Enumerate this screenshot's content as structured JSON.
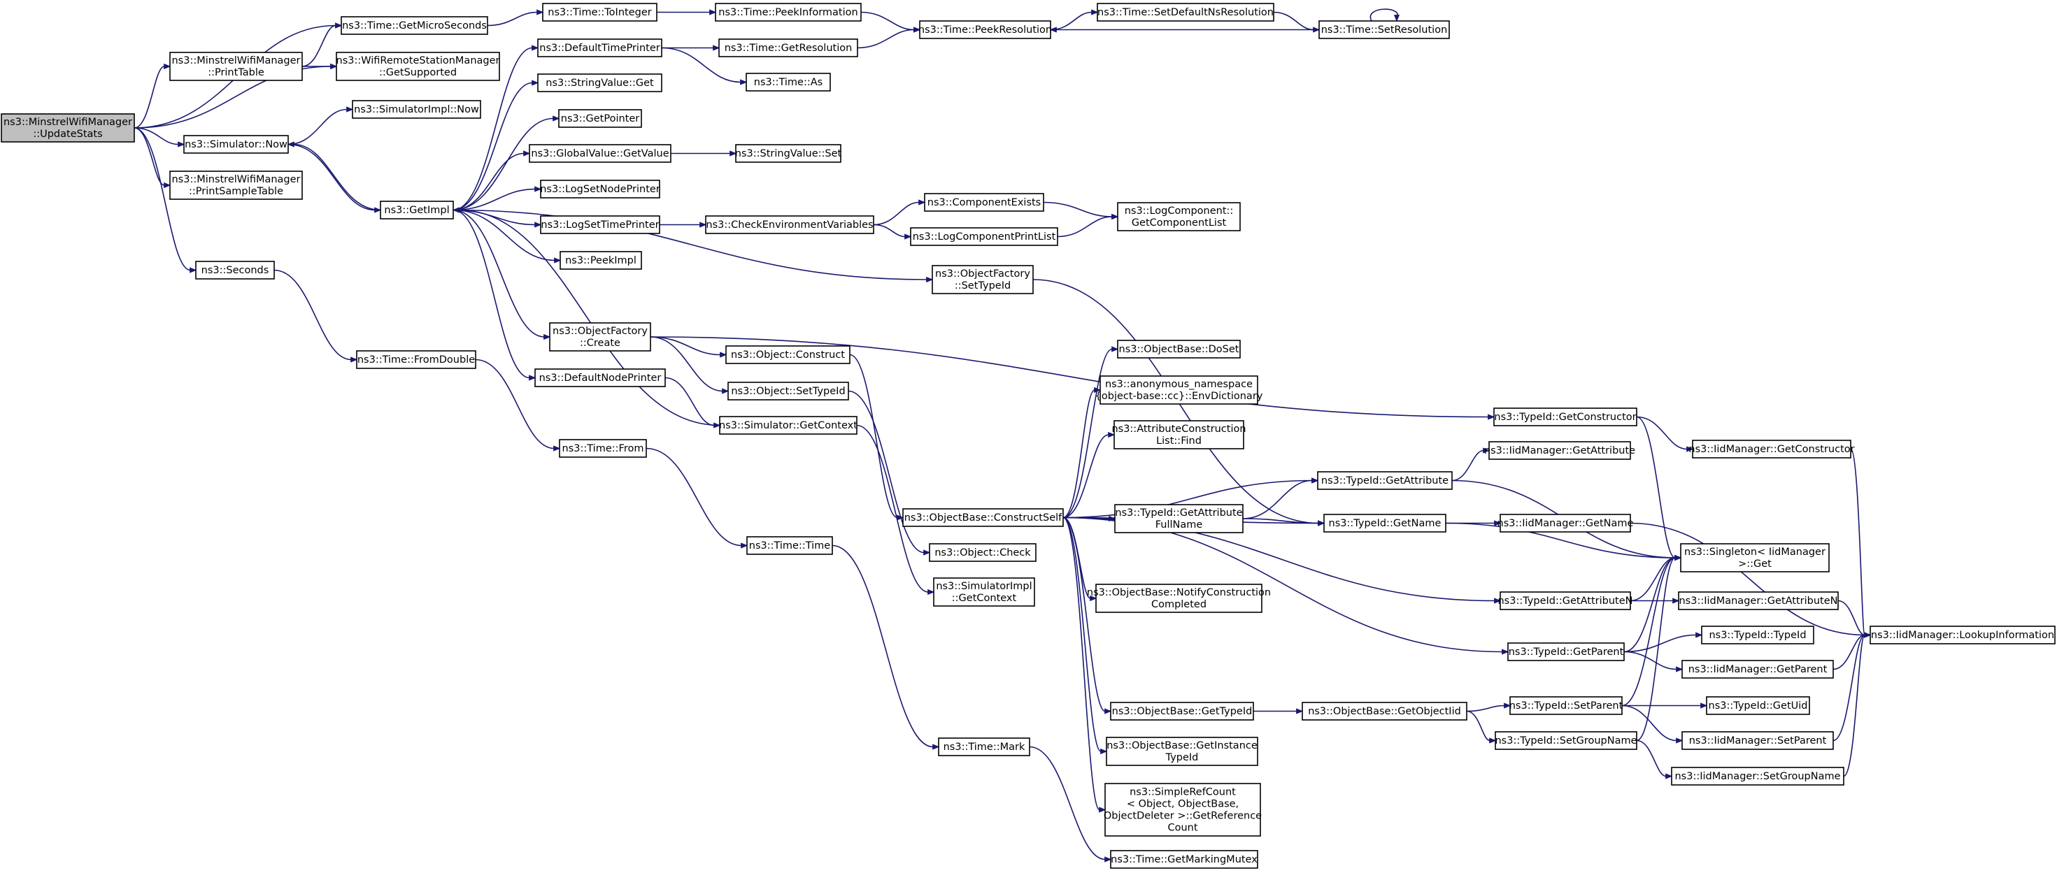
{
  "nodes": [
    {
      "id": "root",
      "lines": [
        "ns3::MinstrelWifiManager",
        "::UpdateStats"
      ],
      "root": true
    },
    {
      "id": "getmicro",
      "lines": [
        "ns3::Time::GetMicroSeconds"
      ]
    },
    {
      "id": "printtable",
      "lines": [
        "ns3::MinstrelWifiManager",
        "::PrintTable"
      ]
    },
    {
      "id": "getsupported",
      "lines": [
        "ns3::WifiRemoteStationManager",
        "::GetSupported"
      ]
    },
    {
      "id": "simnow",
      "lines": [
        "ns3::Simulator::Now"
      ]
    },
    {
      "id": "simimplnow",
      "lines": [
        "ns3::SimulatorImpl::Now"
      ]
    },
    {
      "id": "printsample",
      "lines": [
        "ns3::MinstrelWifiManager",
        "::PrintSampleTable"
      ]
    },
    {
      "id": "seconds",
      "lines": [
        "ns3::Seconds"
      ]
    },
    {
      "id": "getimpl",
      "lines": [
        "ns3::GetImpl"
      ]
    },
    {
      "id": "tointeger",
      "lines": [
        "ns3::Time::ToInteger"
      ]
    },
    {
      "id": "peekinfo",
      "lines": [
        "ns3::Time::PeekInformation"
      ]
    },
    {
      "id": "peekres",
      "lines": [
        "ns3::Time::PeekResolution"
      ]
    },
    {
      "id": "setdefns",
      "lines": [
        "ns3::Time::SetDefaultNsResolution"
      ]
    },
    {
      "id": "setres",
      "lines": [
        "ns3::Time::SetResolution"
      ]
    },
    {
      "id": "deftimeprinter",
      "lines": [
        "ns3::DefaultTimePrinter"
      ]
    },
    {
      "id": "getresolution",
      "lines": [
        "ns3::Time::GetResolution"
      ]
    },
    {
      "id": "timeas",
      "lines": [
        "ns3::Time::As"
      ]
    },
    {
      "id": "strvalget",
      "lines": [
        "ns3::StringValue::Get"
      ]
    },
    {
      "id": "getpointer",
      "lines": [
        "ns3::GetPointer"
      ]
    },
    {
      "id": "gvgetvalue",
      "lines": [
        "ns3::GlobalValue::GetValue"
      ]
    },
    {
      "id": "strvalset",
      "lines": [
        "ns3::StringValue::Set"
      ]
    },
    {
      "id": "lognodeprinter",
      "lines": [
        "ns3::LogSetNodePrinter"
      ]
    },
    {
      "id": "logtimeprinter",
      "lines": [
        "ns3::LogSetTimePrinter"
      ]
    },
    {
      "id": "checkenv",
      "lines": [
        "ns3::CheckEnvironmentVariables"
      ]
    },
    {
      "id": "compexists",
      "lines": [
        "ns3::ComponentExists"
      ]
    },
    {
      "id": "logcompprint",
      "lines": [
        "ns3::LogComponentPrintList"
      ]
    },
    {
      "id": "getcomplist",
      "lines": [
        "ns3::LogComponent::",
        "GetComponentList"
      ]
    },
    {
      "id": "peekimpl",
      "lines": [
        "ns3::PeekImpl"
      ]
    },
    {
      "id": "ofsettypeid",
      "lines": [
        "ns3::ObjectFactory",
        "::SetTypeId"
      ]
    },
    {
      "id": "ofcreate",
      "lines": [
        "ns3::ObjectFactory",
        "::Create"
      ]
    },
    {
      "id": "objconstruct",
      "lines": [
        "ns3::Object::Construct"
      ]
    },
    {
      "id": "defnodeprinter",
      "lines": [
        "ns3::DefaultNodePrinter"
      ]
    },
    {
      "id": "objsettypeid",
      "lines": [
        "ns3::Object::SetTypeId"
      ]
    },
    {
      "id": "simgetctx",
      "lines": [
        "ns3::Simulator::GetContext"
      ]
    },
    {
      "id": "fromdouble",
      "lines": [
        "ns3::Time::FromDouble"
      ]
    },
    {
      "id": "timefrom",
      "lines": [
        "ns3::Time::From"
      ]
    },
    {
      "id": "timetime",
      "lines": [
        "ns3::Time::Time"
      ]
    },
    {
      "id": "timemark",
      "lines": [
        "ns3::Time::Mark"
      ]
    },
    {
      "id": "getmarkingmutex",
      "lines": [
        "ns3::Time::GetMarkingMutex"
      ]
    },
    {
      "id": "obcs",
      "lines": [
        "ns3::ObjectBase::ConstructSelf"
      ]
    },
    {
      "id": "objcheck",
      "lines": [
        "ns3::Object::Check"
      ]
    },
    {
      "id": "simimplgetctx",
      "lines": [
        "ns3::SimulatorImpl",
        "::GetContext"
      ]
    },
    {
      "id": "obdoset",
      "lines": [
        "ns3::ObjectBase::DoSet"
      ]
    },
    {
      "id": "envdict",
      "lines": [
        "ns3::anonymous_namespace",
        "{object-base::cc}::EnvDictionary"
      ]
    },
    {
      "id": "attrfind",
      "lines": [
        "ns3::AttributeConstruction",
        "List::Find"
      ]
    },
    {
      "id": "getattrfull",
      "lines": [
        "ns3::TypeId::GetAttribute",
        "FullName"
      ]
    },
    {
      "id": "notifyconst",
      "lines": [
        "ns3::ObjectBase::NotifyConstruction",
        "Completed"
      ]
    },
    {
      "id": "obgettypeid",
      "lines": [
        "ns3::ObjectBase::GetTypeId"
      ]
    },
    {
      "id": "obgetinst",
      "lines": [
        "ns3::ObjectBase::GetInstance",
        "TypeId"
      ]
    },
    {
      "id": "simplerefcount",
      "lines": [
        "ns3::SimpleRefCount",
        "< Object, ObjectBase,",
        "ObjectDeleter >::GetReference",
        "Count"
      ]
    },
    {
      "id": "tidgetctor",
      "lines": [
        "ns3::TypeId::GetConstructor"
      ]
    },
    {
      "id": "tidgetattr",
      "lines": [
        "ns3::TypeId::GetAttribute"
      ]
    },
    {
      "id": "tidgetname",
      "lines": [
        "ns3::TypeId::GetName"
      ]
    },
    {
      "id": "tidgetattrn",
      "lines": [
        "ns3::TypeId::GetAttributeN"
      ]
    },
    {
      "id": "tidgetparent",
      "lines": [
        "ns3::TypeId::GetParent"
      ]
    },
    {
      "id": "obgetobjtid",
      "lines": [
        "ns3::ObjectBase::GetObjectIid"
      ]
    },
    {
      "id": "tidsetparent",
      "lines": [
        "ns3::TypeId::SetParent"
      ]
    },
    {
      "id": "tidsetgroup",
      "lines": [
        "ns3::TypeId::SetGroupName"
      ]
    },
    {
      "id": "iidgetctor",
      "lines": [
        "ns3::IidManager::GetConstructor"
      ]
    },
    {
      "id": "iidgetattr",
      "lines": [
        "ns3::IidManager::GetAttribute"
      ]
    },
    {
      "id": "iidgetname",
      "lines": [
        "ns3::IidManager::GetName"
      ]
    },
    {
      "id": "singleton",
      "lines": [
        "ns3::Singleton< IidManager",
        ">::Get"
      ]
    },
    {
      "id": "iidgetattrn",
      "lines": [
        "ns3::IidManager::GetAttributeN"
      ]
    },
    {
      "id": "tidtypeid",
      "lines": [
        "ns3::TypeId::TypeId"
      ]
    },
    {
      "id": "iidgetparent",
      "lines": [
        "ns3::IidManager::GetParent"
      ]
    },
    {
      "id": "tidgetuid",
      "lines": [
        "ns3::TypeId::GetUid"
      ]
    },
    {
      "id": "iidsetparent",
      "lines": [
        "ns3::IidManager::SetParent"
      ]
    },
    {
      "id": "iidsetgroup",
      "lines": [
        "ns3::IidManager::SetGroupName"
      ]
    },
    {
      "id": "iidlookup",
      "lines": [
        "ns3::IidManager::LookupInformation"
      ]
    }
  ],
  "edges": [
    [
      "root",
      "getmicro"
    ],
    [
      "root",
      "printtable"
    ],
    [
      "root",
      "getsupported"
    ],
    [
      "root",
      "simnow"
    ],
    [
      "root",
      "printsample"
    ],
    [
      "root",
      "seconds"
    ],
    [
      "printtable",
      "getmicro"
    ],
    [
      "printtable",
      "getsupported"
    ],
    [
      "simnow",
      "simimplnow"
    ],
    [
      "simnow",
      "getimpl"
    ],
    [
      "getmicro",
      "tointeger"
    ],
    [
      "tointeger",
      "peekinfo"
    ],
    [
      "peekinfo",
      "peekres"
    ],
    [
      "peekres",
      "setdefns"
    ],
    [
      "setdefns",
      "setres"
    ],
    [
      "setres",
      "peekres"
    ],
    [
      "setres",
      "setres"
    ],
    [
      "getimpl",
      "simnow"
    ],
    [
      "getimpl",
      "deftimeprinter"
    ],
    [
      "getimpl",
      "strvalget"
    ],
    [
      "getimpl",
      "getpointer"
    ],
    [
      "getimpl",
      "gvgetvalue"
    ],
    [
      "getimpl",
      "lognodeprinter"
    ],
    [
      "getimpl",
      "logtimeprinter"
    ],
    [
      "getimpl",
      "peekimpl"
    ],
    [
      "getimpl",
      "ofsettypeid"
    ],
    [
      "getimpl",
      "ofcreate"
    ],
    [
      "getimpl",
      "defnodeprinter"
    ],
    [
      "deftimeprinter",
      "getresolution"
    ],
    [
      "deftimeprinter",
      "timeas"
    ],
    [
      "getresolution",
      "peekres"
    ],
    [
      "gvgetvalue",
      "strvalset"
    ],
    [
      "logtimeprinter",
      "checkenv"
    ],
    [
      "checkenv",
      "compexists"
    ],
    [
      "checkenv",
      "logcompprint"
    ],
    [
      "compexists",
      "getcomplist"
    ],
    [
      "logcompprint",
      "getcomplist"
    ],
    [
      "ofsettypeid",
      "tidgetname"
    ],
    [
      "ofcreate",
      "objconstruct"
    ],
    [
      "ofcreate",
      "objsettypeid"
    ],
    [
      "ofcreate",
      "tidgetctor"
    ],
    [
      "defnodeprinter",
      "simgetctx"
    ],
    [
      "simgetctx",
      "getimpl"
    ],
    [
      "simgetctx",
      "simimplgetctx"
    ],
    [
      "objconstruct",
      "obcs"
    ],
    [
      "objsettypeid",
      "objcheck"
    ],
    [
      "seconds",
      "fromdouble"
    ],
    [
      "fromdouble",
      "timefrom"
    ],
    [
      "timefrom",
      "timetime"
    ],
    [
      "timetime",
      "timemark"
    ],
    [
      "timemark",
      "getmarkingmutex"
    ],
    [
      "obcs",
      "obdoset"
    ],
    [
      "obcs",
      "envdict"
    ],
    [
      "obcs",
      "attrfind"
    ],
    [
      "obcs",
      "getattrfull"
    ],
    [
      "obcs",
      "tidgetattr"
    ],
    [
      "obcs",
      "tidgetname"
    ],
    [
      "obcs",
      "notifyconst"
    ],
    [
      "obcs",
      "tidgetattrn"
    ],
    [
      "obcs",
      "tidgetparent"
    ],
    [
      "obcs",
      "obgettypeid"
    ],
    [
      "obcs",
      "obgetinst"
    ],
    [
      "obcs",
      "simplerefcount"
    ],
    [
      "getattrfull",
      "tidgetattr"
    ],
    [
      "getattrfull",
      "tidgetname"
    ],
    [
      "tidgetctor",
      "iidgetctor"
    ],
    [
      "tidgetctor",
      "singleton"
    ],
    [
      "tidgetattr",
      "iidgetattr"
    ],
    [
      "tidgetattr",
      "singleton"
    ],
    [
      "tidgetname",
      "iidgetname"
    ],
    [
      "tidgetname",
      "singleton"
    ],
    [
      "tidgetattrn",
      "singleton"
    ],
    [
      "tidgetattrn",
      "iidgetattrn"
    ],
    [
      "tidgetparent",
      "tidtypeid"
    ],
    [
      "tidgetparent",
      "iidgetparent"
    ],
    [
      "tidgetparent",
      "singleton"
    ],
    [
      "obgettypeid",
      "obgetobjtid"
    ],
    [
      "obgetobjtid",
      "tidsetparent"
    ],
    [
      "obgetobjtid",
      "tidsetgroup"
    ],
    [
      "tidsetparent",
      "singleton"
    ],
    [
      "tidsetparent",
      "tidgetuid"
    ],
    [
      "tidsetparent",
      "iidsetparent"
    ],
    [
      "tidsetgroup",
      "singleton"
    ],
    [
      "tidsetgroup",
      "iidsetgroup"
    ],
    [
      "iidgetctor",
      "iidlookup"
    ],
    [
      "iidgetname",
      "iidlookup"
    ],
    [
      "iidgetattrn",
      "iidlookup"
    ],
    [
      "iidgetparent",
      "iidlookup"
    ],
    [
      "iidsetparent",
      "iidlookup"
    ],
    [
      "iidsetgroup",
      "iidlookup"
    ]
  ]
}
